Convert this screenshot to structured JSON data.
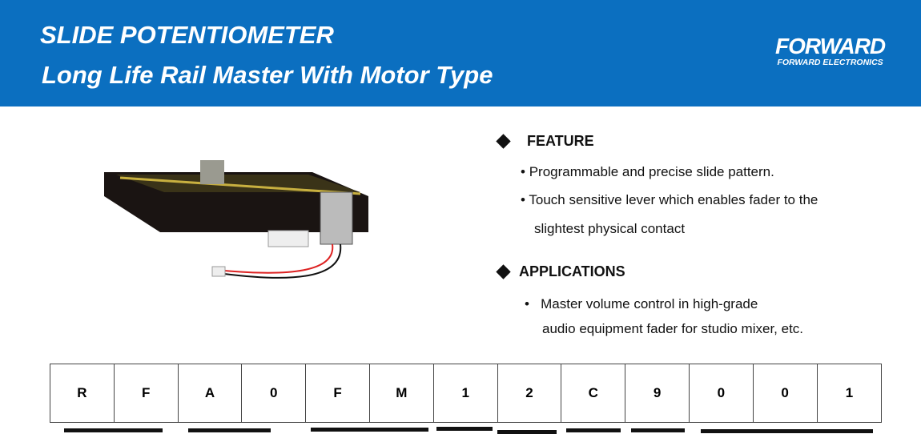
{
  "header": {
    "title": "SLIDE POTENTIOMETER",
    "subtitle": "Long Life Rail Master With Motor Type",
    "logo_text": "FORWARD",
    "logo_sub": "FORWARD ELECTRONICS",
    "bg_color": "#0b6fc0"
  },
  "feature": {
    "title": "FEATURE",
    "items": [
      "Programmable and precise slide pattern.",
      "Touch sensitive lever which enables fader to the",
      "slightest physical contact"
    ]
  },
  "applications": {
    "title": "APPLICATIONS",
    "items": [
      "Master volume control in high-grade",
      "audio equipment fader for studio mixer, etc."
    ]
  },
  "bullet": "•",
  "part_code": [
    "R",
    "F",
    "A",
    "0",
    "F",
    "M",
    "1",
    "2",
    "C",
    "9",
    "0",
    "0",
    "1"
  ]
}
